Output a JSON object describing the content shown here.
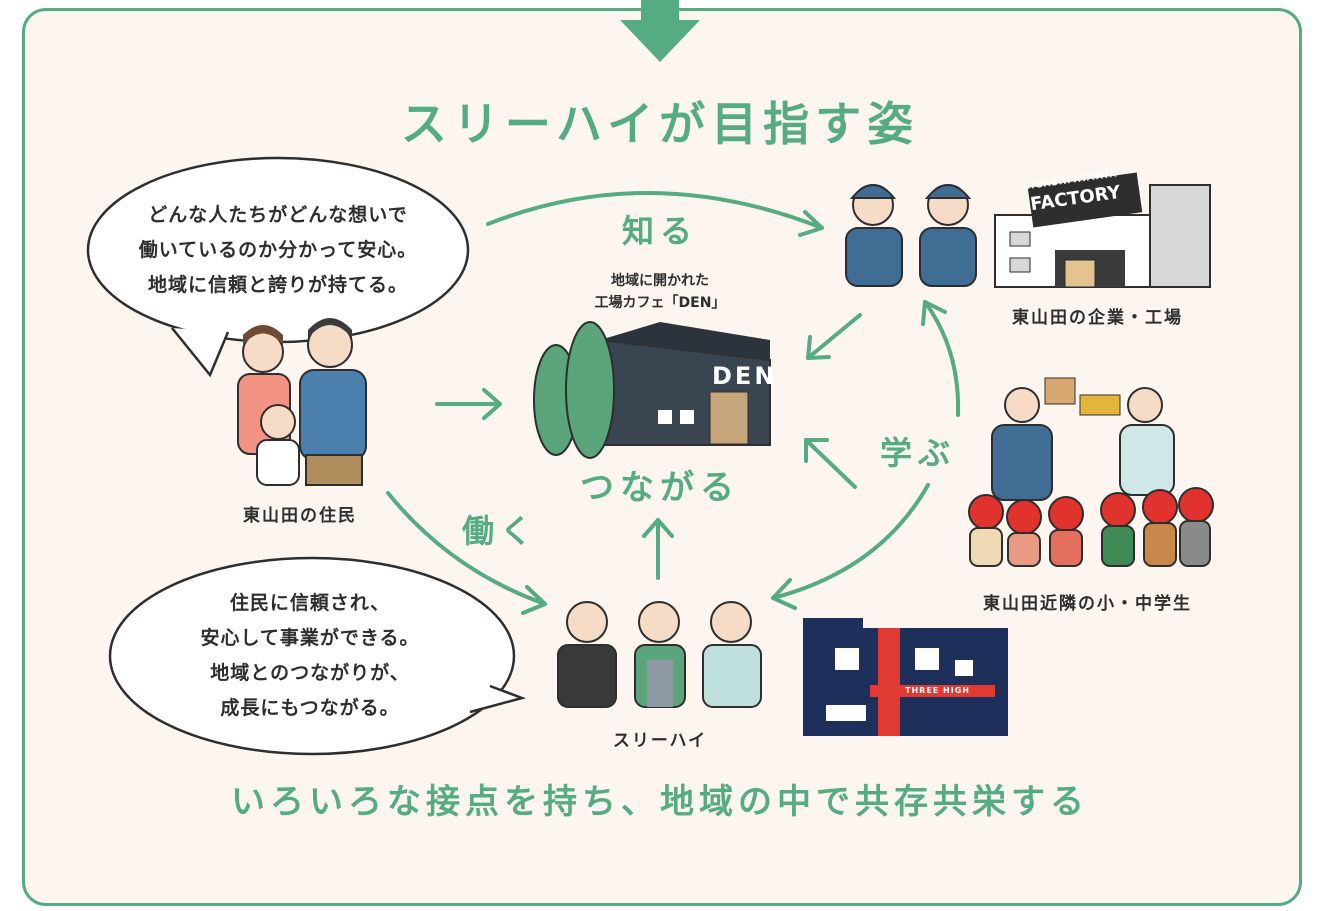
{
  "title": "スリーハイが目指す姿",
  "bubble_top": {
    "lines": [
      "どんな人たちがどんな想いで",
      "働いているのか分かって安心。",
      "地域に信頼と誇りが持てる。"
    ]
  },
  "bubble_bottom": {
    "lines": [
      "住民に信頼され、",
      "安心して事業ができる。",
      "地域とのつながりが、",
      "成長にもつながる。"
    ]
  },
  "center": {
    "caption_line1": "地域に開かれた",
    "caption_line2": "工場カフェ「DEN」",
    "sign": "DEN",
    "connect_label": "つながる"
  },
  "labels": {
    "residents": "東山田の住民",
    "companies": "東山田の企業・工場",
    "students": "東山田近隣の小・中学生",
    "threehigh": "スリーハイ"
  },
  "arrows": {
    "know": "知る",
    "learn": "学ぶ",
    "work": "働く"
  },
  "factory_sign": {
    "line1": "HIGASHIYAMATA",
    "line2": "FACTORY"
  },
  "building_sign": "THREE HIGH",
  "bottom_caption": "いろいろな接点を持ち、地域の中で共存共栄する",
  "colors": {
    "accent": "#55ab82",
    "background": "#fdf5ef",
    "text": "#2e2e2e",
    "building_navy": "#1d2f5a",
    "building_red": "#e03a33",
    "helmet_red": "#e0332e"
  }
}
